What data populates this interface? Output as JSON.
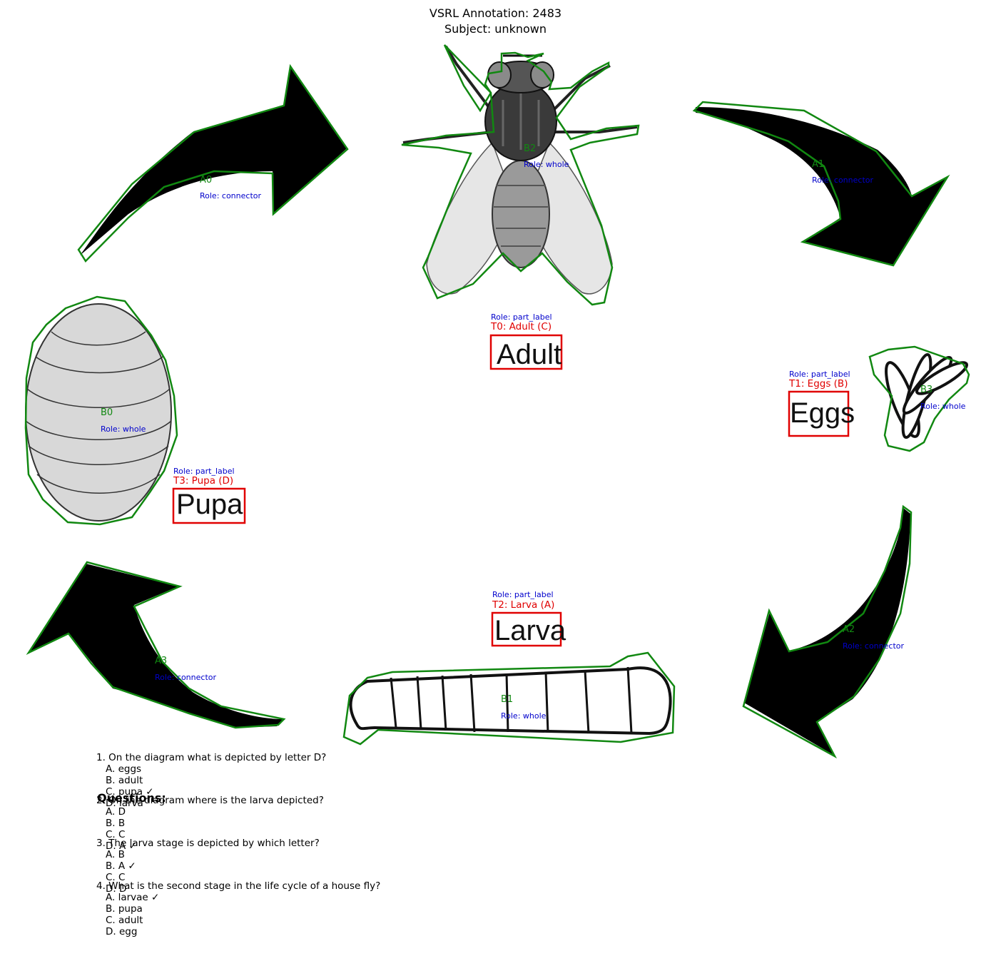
{
  "header": {
    "title": "VSRL Annotation: 2483",
    "subject": "Subject: unknown"
  },
  "labels": {
    "adult": "Adult",
    "eggs": "Eggs",
    "larva": "Larva",
    "pupa": "Pupa"
  },
  "annotations": {
    "A0": {
      "id": "A0",
      "role": "Role: connector"
    },
    "A1": {
      "id": "A1",
      "role": "Role: connector"
    },
    "A2": {
      "id": "A2",
      "role": "Role: connector"
    },
    "A3": {
      "id": "A3",
      "role": "Role: connector"
    },
    "B0": {
      "id": "B0",
      "role": "Role: whole"
    },
    "B1": {
      "id": "B1",
      "role": "Role: whole"
    },
    "B2": {
      "id": "B2",
      "role": "Role: whole"
    },
    "B3": {
      "id": "B3",
      "role": "Role: whole"
    },
    "T0": {
      "id": "T0: Adult (C)",
      "role": "Role: part_label"
    },
    "T1": {
      "id": "T1: Eggs (B)",
      "role": "Role: part_label"
    },
    "T2": {
      "id": "T2: Larva (A)",
      "role": "Role: part_label"
    },
    "T3": {
      "id": "T3: Pupa (D)",
      "role": "Role: part_label"
    }
  },
  "questions": {
    "heading": "Questions:",
    "items": [
      {
        "q": "1. On the diagram what is depicted by letter D?",
        "options": [
          "A. eggs",
          "B. adult",
          "C. pupa ✓",
          "D. larva"
        ]
      },
      {
        "q": "2. On the diagram where is the larva depicted?",
        "options": [
          "A. D",
          "B. B",
          "C. C",
          "D. A ✓"
        ]
      },
      {
        "q": "3. The larva stage is depicted by which letter?",
        "options": [
          "A. B",
          "B. A ✓",
          "C. C",
          "D. D"
        ]
      },
      {
        "q": "4. What is the second stage in the life cycle of a house fly?",
        "options": [
          "A. larvae ✓",
          "B. pupa",
          "C. adult",
          "D. egg"
        ]
      }
    ]
  },
  "colors": {
    "outline_green": "#118811",
    "box_red": "#e00000",
    "role_blue": "#0000cc",
    "arrow_black": "#000000"
  }
}
